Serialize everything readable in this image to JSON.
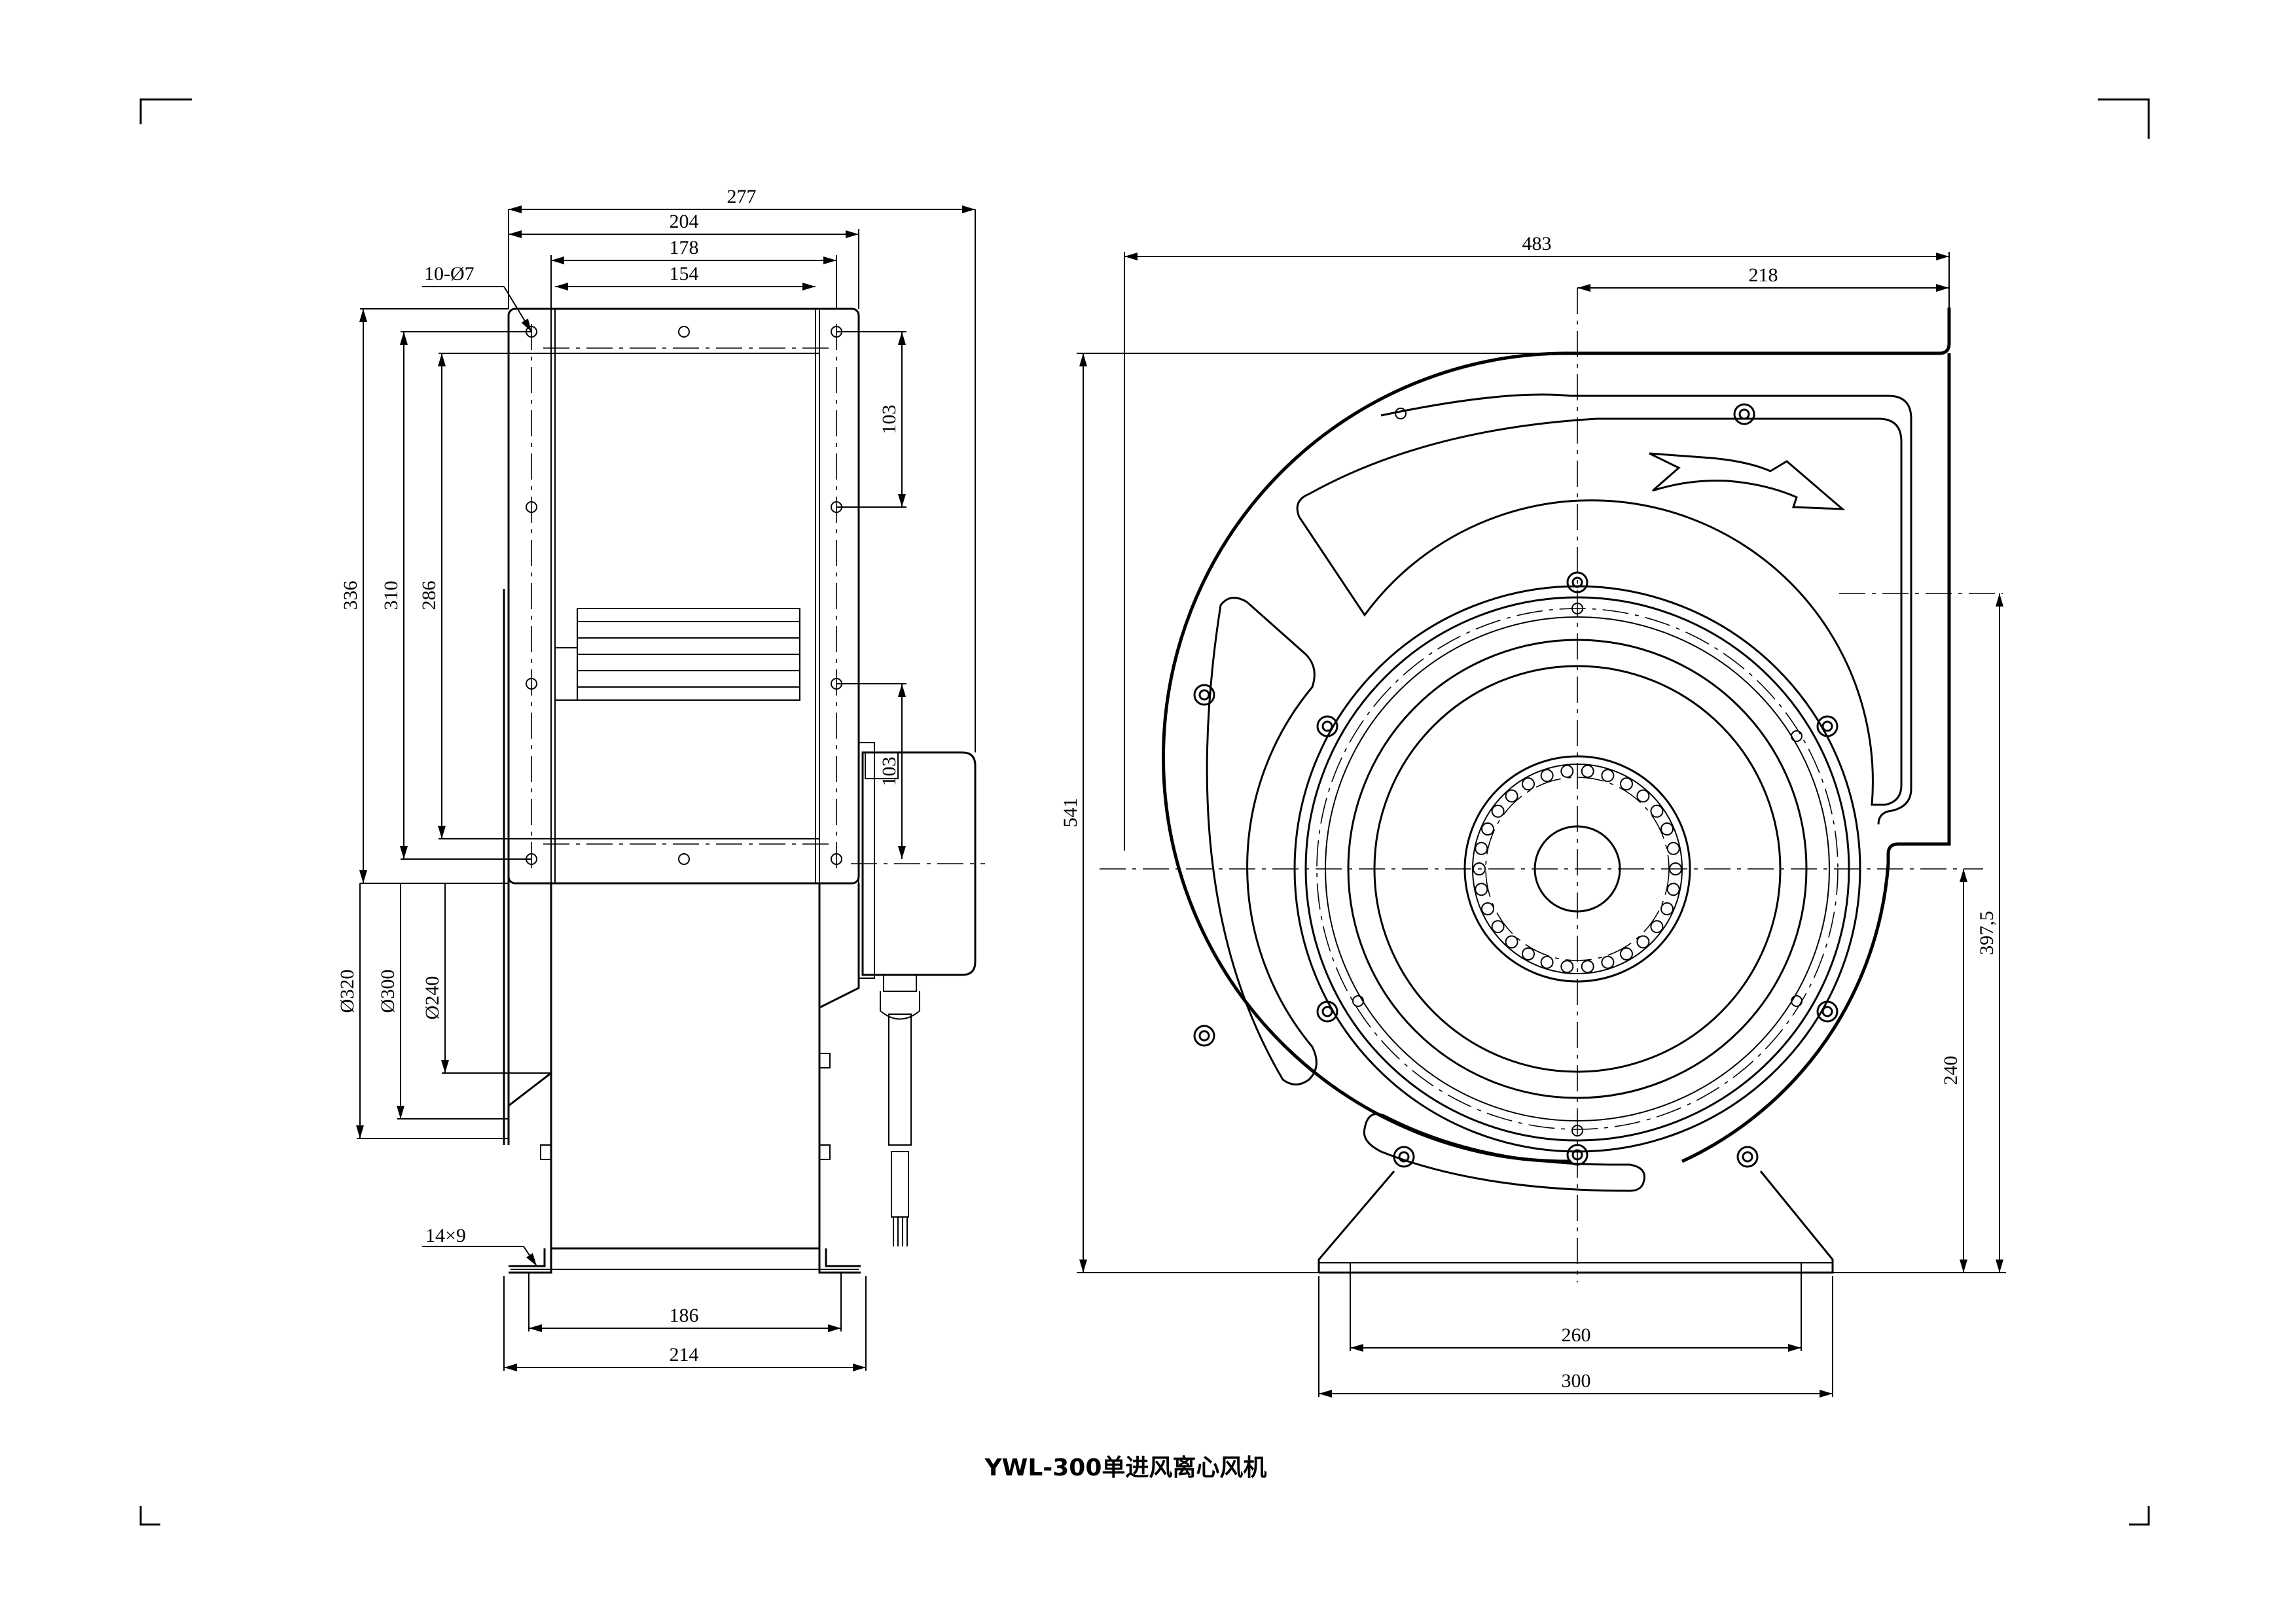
{
  "title": "YWL-300单进风离心风机",
  "side_view": {
    "dims": {
      "overall_width": "277",
      "flange_width": "204",
      "hole_spacing_a": "178",
      "hole_spacing_b": "154",
      "holes": "10-Ø7",
      "height_336": "336",
      "height_310": "310",
      "height_286": "286",
      "spacing_upper": "103",
      "spacing_lower": "103",
      "dia_320": "Ø320",
      "dia_300": "Ø300",
      "dia_240": "Ø240",
      "slot": "14×9",
      "base_inner": "186",
      "base_outer": "214"
    }
  },
  "front_view": {
    "dims": {
      "overall_width": "483",
      "outlet_offset": "218",
      "overall_height": "541",
      "center_height": "397,5",
      "center_to_base": "240",
      "foot_holes": "260",
      "foot_width": "300"
    }
  }
}
